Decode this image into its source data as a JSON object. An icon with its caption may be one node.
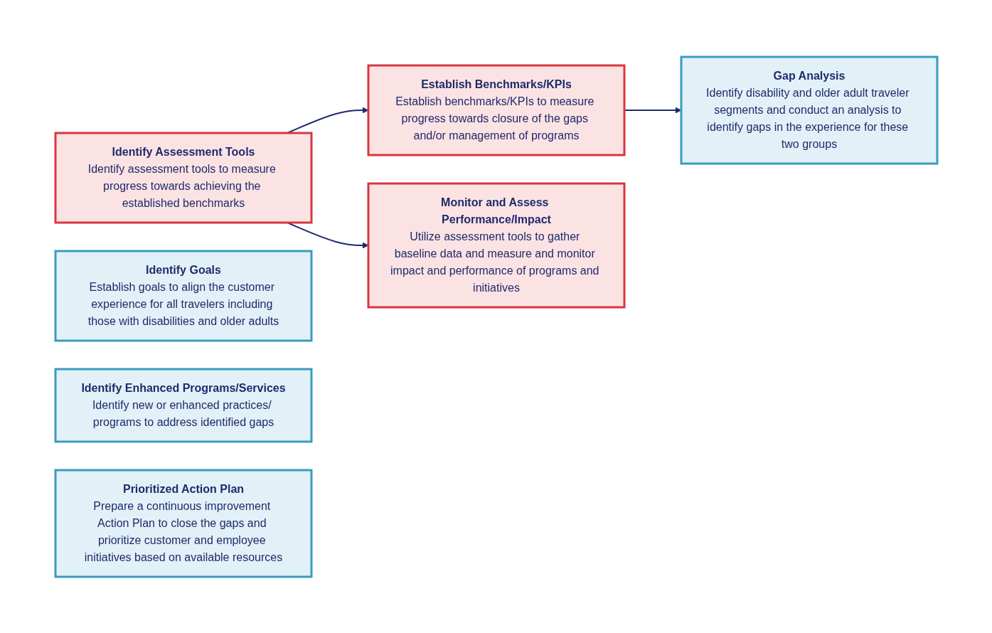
{
  "diagram": {
    "nodes": [
      {
        "text": [
          "Identify Assessment Tools",
          "Identify assessment tools to measure progress towards achieving the established benchmarks"
        ]
      },
      {
        "text": [
          "Establish Benchmarks/KPIs",
          "Establish benchmarks/KPIs to measure progress towards closure of the gaps and/or management of programs"
        ]
      },
      {
        "text": [
          "Monitor and Assess Performance/Impact",
          "Utilize assessment tools to gather baseline data and measure and monitor impact and performance of programs and initiatives"
        ]
      },
      {
        "text": [
          "Identify Goals",
          "Establish goals to align the customer experience for all travelers including those with disabilities and older adults"
        ]
      },
      {
        "text": [
          "Gap Analysis",
          "Identify disability and older adult traveler segments and conduct an analysis to identify gaps in the experience for these two groups"
        ]
      },
      {
        "text": [
          "Identify Enhanced Programs/Services",
          "Identify new or enhanced practices/ programs to address identified gaps"
        ]
      },
      {
        "text": [
          "Prioritized Action Plan",
          "Prepare a continuous improvement Action Plan to close the gaps and prioritize customer and employee initiatives based on available resources"
        ]
      }
    ],
    "edges": [
      {
        "from": 0,
        "to": 1,
        "arrow": "to"
      },
      {
        "from": 1,
        "to": 4,
        "arrow": "to"
      },
      {
        "from": 0,
        "to": 2,
        "arrow": "to"
      }
    ]
  }
}
